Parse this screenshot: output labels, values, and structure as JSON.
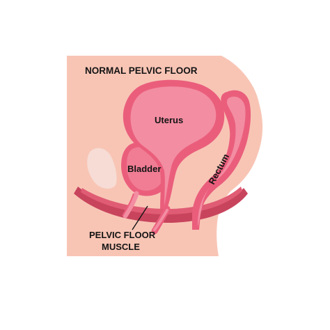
{
  "title": "NORMAL PELVIC FLOOR",
  "labels": {
    "uterus": "Uterus",
    "bladder": "Bladder",
    "rectum": "Rectum",
    "muscle_line1": "PELVIC FLOOR",
    "muscle_line2": "MUSCLE"
  },
  "colors": {
    "background": "#ffffff",
    "skin": "#f8c5b5",
    "organ": "#ea5e7c",
    "organ_light": "#f38da2",
    "organ_inner": "#f07d94",
    "muscle": "#c8445d",
    "muscle_light": "#e05c74",
    "bone": "#f6dcd5",
    "text": "#141414"
  }
}
